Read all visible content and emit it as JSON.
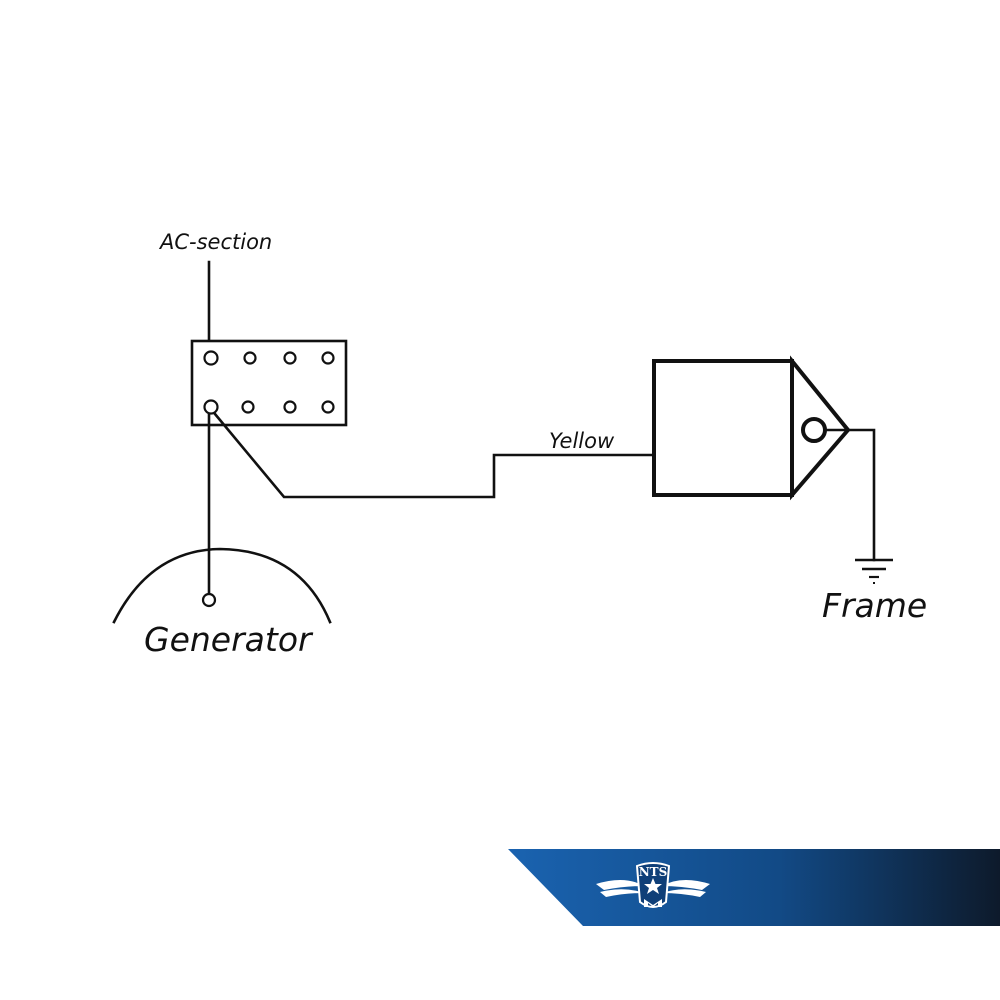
{
  "labels": {
    "ac_section": "AC-section",
    "yellow": "Yellow",
    "generator": "Generator",
    "frame": "Frame"
  },
  "logo": {
    "text": "NTS"
  },
  "colors": {
    "line": "#111111",
    "banner_start": "#1a63b0",
    "banner_end": "#0d1a2b",
    "logo": "#ffffff"
  }
}
